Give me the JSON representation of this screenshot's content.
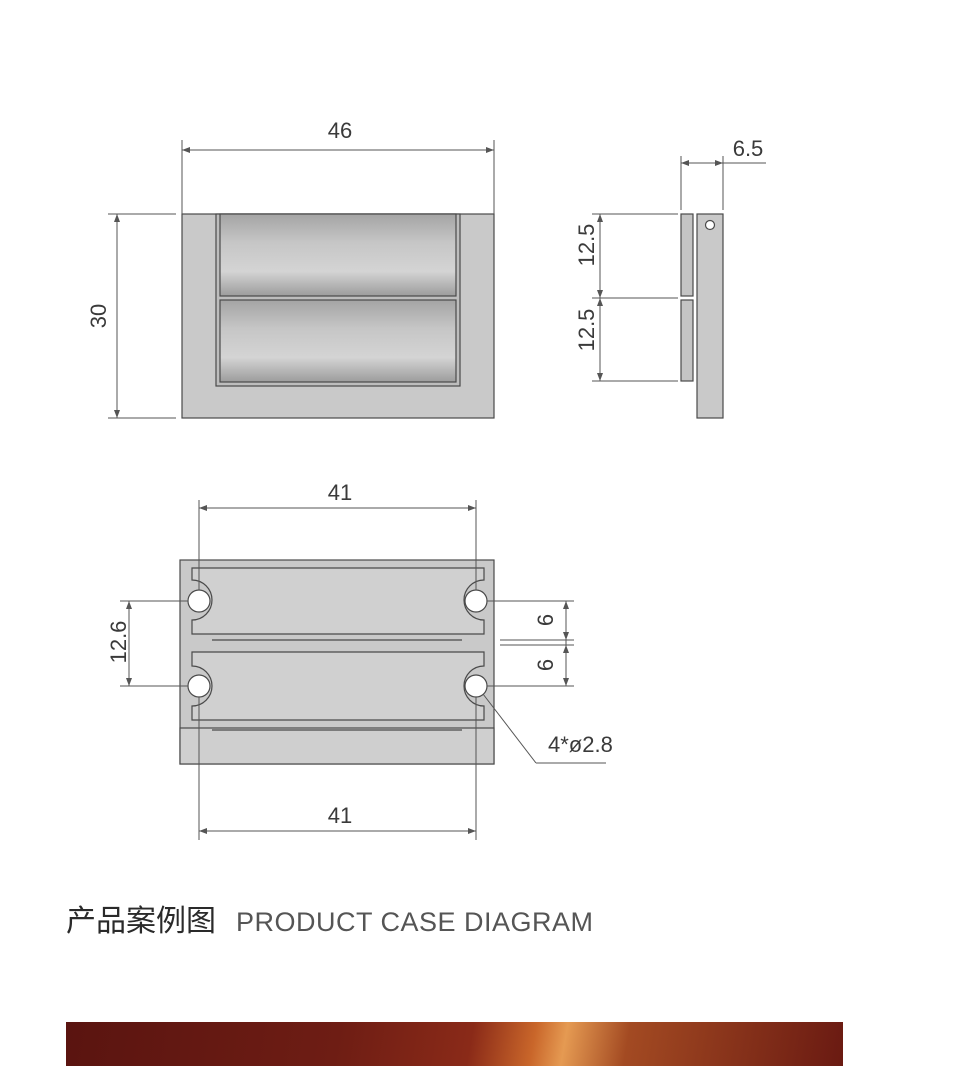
{
  "front_view": {
    "width_label": "46",
    "height_label": "30"
  },
  "side_view": {
    "depth_label": "6.5",
    "upper_label": "12.5",
    "lower_label": "12.5"
  },
  "back_view": {
    "top_width_label": "41",
    "bottom_width_label": "41",
    "hole_spacing_label": "12.6",
    "upper_offset_label": "6",
    "lower_offset_label": "6",
    "hole_callout": "4*ø2.8"
  },
  "section": {
    "title_cn": "产品案例图",
    "title_en": "PRODUCT CASE DIAGRAM"
  },
  "colors": {
    "frame": "#c9c9c9",
    "panel_light": "#d2d2d2",
    "panel_dark": "#9a9a9a",
    "line": "#4a4a4a"
  }
}
